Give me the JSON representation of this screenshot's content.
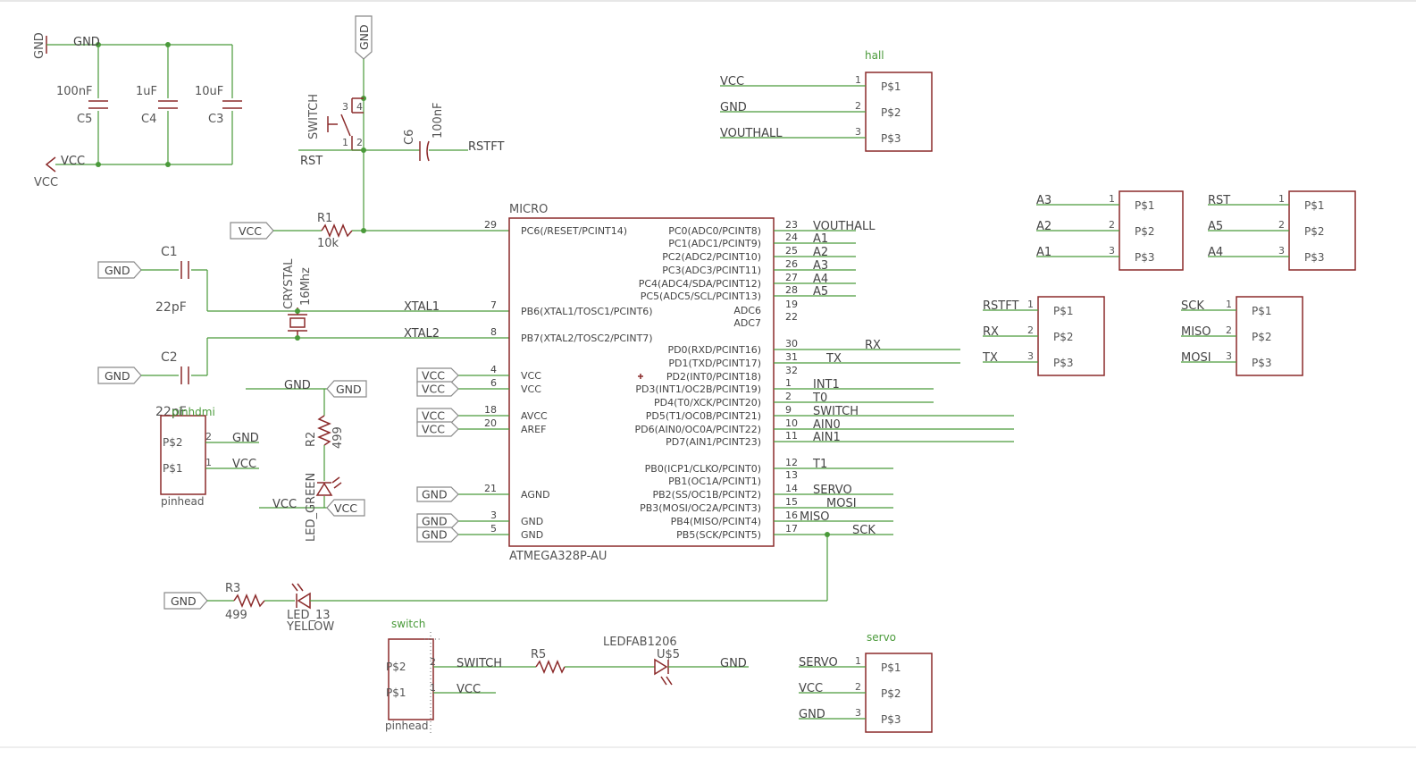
{
  "power_caps": {
    "gnd_symbol": "GND",
    "gnd_net": "GND",
    "vcc_net": "VCC",
    "vcc_symbol": "VCC",
    "c5_value": "100nF",
    "c5_name": "C5",
    "c4_value": "1uF",
    "c4_name": "C4",
    "c3_value": "10uF",
    "c3_name": "C3"
  },
  "reset": {
    "gnd_tag": "GND",
    "switch_label": "SWITCH",
    "pin3": "3",
    "pin4": "4",
    "pin1": "1",
    "pin2": "2",
    "rst_net": "RST",
    "c6_name": "C6",
    "c6_value": "100nF",
    "rstft_net": "RSTFT",
    "vcc_tag": "VCC",
    "r1_name": "R1",
    "r1_value": "10k"
  },
  "crystal": {
    "gnd1": "GND",
    "c1_name": "C1",
    "c1_value": "22pF",
    "crystal_name": "CRYSTAL",
    "crystal_value": "16Mhz",
    "gnd2": "GND",
    "c2_name": "C2",
    "c2_value": "22pF",
    "xtal1": "XTAL1",
    "xtal2": "XTAL2"
  },
  "pinhead_hdmi": {
    "label": "pinhdmi",
    "name": "pinhead",
    "p2": "P$2",
    "p1": "P$1",
    "n2": "2",
    "n1": "1",
    "net2": "GND",
    "net1": "VCC"
  },
  "led_green": {
    "gnd_net": "GND",
    "gnd_tag": "GND",
    "r2_name": "R2",
    "r2_value": "499",
    "led_name": "LED_GREEN",
    "vcc_net": "VCC",
    "vcc_tag": "VCC"
  },
  "led13": {
    "gnd_tag": "GND",
    "r3_name": "R3",
    "r3_value": "499",
    "led_name": "LED_13",
    "led_value": "YELLOW"
  },
  "micro": {
    "label": "MICRO",
    "part": "ATMEGA328P-AU",
    "left_pins": [
      {
        "num": "29",
        "name": "PC6(/RESET/PCINT14)"
      },
      {
        "num": "7",
        "name": "PB6(XTAL1/TOSC1/PCINT6)"
      },
      {
        "num": "8",
        "name": "PB7(XTAL2/TOSC2/PCINT7)"
      },
      {
        "num": "4",
        "name": "VCC",
        "tag": "VCC"
      },
      {
        "num": "6",
        "name": "VCC",
        "tag": "VCC"
      },
      {
        "num": "18",
        "name": "AVCC",
        "tag": "VCC"
      },
      {
        "num": "20",
        "name": "AREF",
        "tag": "VCC"
      },
      {
        "num": "21",
        "name": "AGND",
        "tag": "GND"
      },
      {
        "num": "3",
        "name": "GND",
        "tag": "GND"
      },
      {
        "num": "5",
        "name": "GND",
        "tag": "GND"
      }
    ],
    "right_pins": [
      {
        "num": "23",
        "name": "PC0(ADC0/PCINT8)",
        "net": "VOUTHALL"
      },
      {
        "num": "24",
        "name": "PC1(ADC1/PCINT9)",
        "net": "A1"
      },
      {
        "num": "25",
        "name": "PC2(ADC2/PCINT10)",
        "net": "A2"
      },
      {
        "num": "26",
        "name": "PC3(ADC3/PCINT11)",
        "net": "A3"
      },
      {
        "num": "27",
        "name": "PC4(ADC4/SDA/PCINT12)",
        "net": "A4"
      },
      {
        "num": "28",
        "name": "PC5(ADC5/SCL/PCINT13)",
        "net": "A5"
      },
      {
        "num": "19",
        "name": "ADC6",
        "net": ""
      },
      {
        "num": "22",
        "name": "ADC7",
        "net": ""
      },
      {
        "num": "30",
        "name": "PD0(RXD/PCINT16)",
        "net": "RX"
      },
      {
        "num": "31",
        "name": "PD1(TXD/PCINT17)",
        "net": "TX"
      },
      {
        "num": "32",
        "name": "PD2(INT0/PCINT18)",
        "net": ""
      },
      {
        "num": "1",
        "name": "PD3(INT1/OC2B/PCINT19)",
        "net": "INT1"
      },
      {
        "num": "2",
        "name": "PD4(T0/XCK/PCINT20)",
        "net": "T0"
      },
      {
        "num": "9",
        "name": "PD5(T1/OC0B/PCINT21)",
        "net": "SWITCH"
      },
      {
        "num": "10",
        "name": "PD6(AIN0/OC0A/PCINT22)",
        "net": "AIN0"
      },
      {
        "num": "11",
        "name": "PD7(AIN1/PCINT23)",
        "net": "AIN1"
      },
      {
        "num": "12",
        "name": "PB0(ICP1/CLKO/PCINT0)",
        "net": "T1"
      },
      {
        "num": "13",
        "name": "PB1(OC1A/PCINT1)",
        "net": ""
      },
      {
        "num": "14",
        "name": "PB2(SS/OC1B/PCINT2)",
        "net": "SERVO"
      },
      {
        "num": "15",
        "name": "PB3(MOSI/OC2A/PCINT3)",
        "net": "MOSI"
      },
      {
        "num": "16",
        "name": "PB4(MISO/PCINT4)",
        "net": "MISO"
      },
      {
        "num": "17",
        "name": "PB5(SCK/PCINT5)",
        "net": "SCK"
      }
    ]
  },
  "headers": [
    {
      "label": "hall",
      "pins": [
        {
          "net": "VCC",
          "num": "1",
          "pad": "P$1"
        },
        {
          "net": "GND",
          "num": "2",
          "pad": "P$2"
        },
        {
          "net": "VOUTHALL",
          "num": "3",
          "pad": "P$3"
        }
      ]
    },
    {
      "label": "",
      "pins": [
        {
          "net": "A3",
          "num": "1",
          "pad": "P$1"
        },
        {
          "net": "A2",
          "num": "2",
          "pad": "P$2"
        },
        {
          "net": "A1",
          "num": "3",
          "pad": "P$3"
        }
      ]
    },
    {
      "label": "",
      "pins": [
        {
          "net": "RST",
          "num": "1",
          "pad": "P$1"
        },
        {
          "net": "A5",
          "num": "2",
          "pad": "P$2"
        },
        {
          "net": "A4",
          "num": "3",
          "pad": "P$3"
        }
      ]
    },
    {
      "label": "",
      "pins": [
        {
          "net": "RSTFT",
          "num": "1",
          "pad": "P$1"
        },
        {
          "net": "RX",
          "num": "2",
          "pad": "P$2"
        },
        {
          "net": "TX",
          "num": "3",
          "pad": "P$3"
        }
      ]
    },
    {
      "label": "",
      "pins": [
        {
          "net": "SCK",
          "num": "1",
          "pad": "P$1"
        },
        {
          "net": "MISO",
          "num": "2",
          "pad": "P$2"
        },
        {
          "net": "MOSI",
          "num": "3",
          "pad": "P$3"
        }
      ]
    },
    {
      "label": "servo",
      "pins": [
        {
          "net": "SERVO",
          "num": "1",
          "pad": "P$1"
        },
        {
          "net": "VCC",
          "num": "2",
          "pad": "P$2"
        },
        {
          "net": "GND",
          "num": "3",
          "pad": "P$3"
        }
      ]
    }
  ],
  "switch_header": {
    "label": "switch",
    "name": "pinhead",
    "p2": "P$2",
    "p1": "P$1",
    "n2": "2",
    "n1": "1",
    "net2": "SWITCH",
    "net1": "VCC",
    "r5_name": "R5",
    "led_name": "LEDFAB1206",
    "led_ref": "U$5",
    "gnd_net": "GND"
  }
}
